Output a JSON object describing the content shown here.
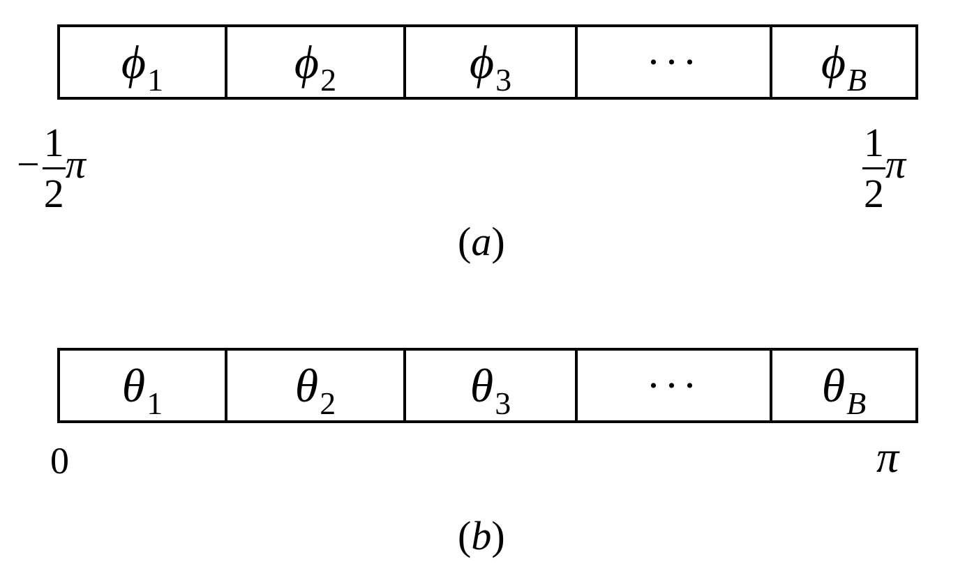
{
  "diagram_a": {
    "cells": [
      {
        "symbol": "ϕ",
        "sub": "1"
      },
      {
        "symbol": "ϕ",
        "sub": "2"
      },
      {
        "symbol": "ϕ",
        "sub": "3"
      },
      {
        "ellipsis": "···"
      },
      {
        "symbol": "ϕ",
        "sub": "B"
      }
    ],
    "left_label": {
      "minus": "−",
      "numerator": "1",
      "denominator": "2",
      "pi": "π"
    },
    "right_label": {
      "numerator": "1",
      "denominator": "2",
      "pi": "π"
    },
    "caption": {
      "open": "(",
      "letter": "a",
      "close": ")"
    }
  },
  "diagram_b": {
    "cells": [
      {
        "symbol": "θ",
        "sub": "1"
      },
      {
        "symbol": "θ",
        "sub": "2"
      },
      {
        "symbol": "θ",
        "sub": "3"
      },
      {
        "ellipsis": "···"
      },
      {
        "symbol": "θ",
        "sub": "B"
      }
    ],
    "left_label": "0",
    "right_label": "π",
    "caption": {
      "open": "(",
      "letter": "b",
      "close": ")"
    }
  }
}
